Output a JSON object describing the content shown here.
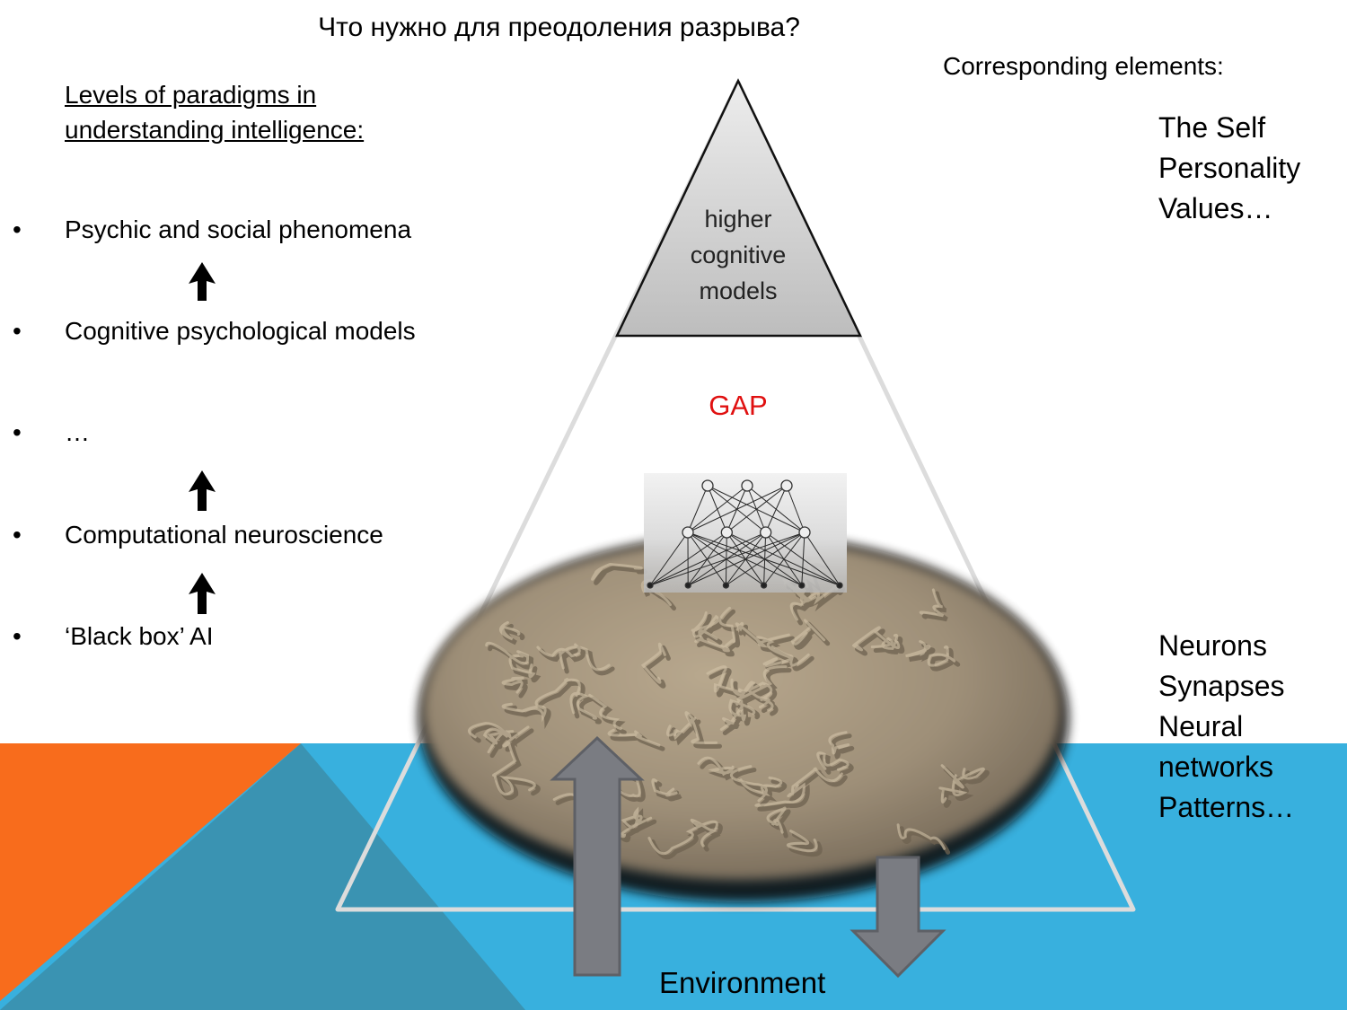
{
  "slide": {
    "title": "Что нужно для преодоления разрыва?",
    "left_heading_lines": [
      "Levels of paradigms in",
      "understanding intelligence:"
    ],
    "levels": [
      {
        "bullet": "•",
        "label": "Psychic and social phenomena"
      },
      {
        "bullet": "•",
        "label": "Cognitive psychological models"
      },
      {
        "bullet": "•",
        "label": "…"
      },
      {
        "bullet": "•",
        "label": "Computational neuroscience"
      },
      {
        "bullet": "•",
        "label": "‘Black box’ AI"
      }
    ],
    "level_arrows": [
      "arrow-up",
      "arrow-up",
      "arrow-up"
    ],
    "right_heading": "Corresponding elements:",
    "higher_elements": [
      "The Self",
      "Personality",
      "Values…"
    ],
    "lower_elements": [
      "Neurons",
      "Synapses",
      "Neural",
      "networks",
      "Patterns…"
    ],
    "pyramid": {
      "top_label_lines": [
        "higher",
        "cognitive",
        "models"
      ],
      "gap_label": "GAP",
      "environment_label": "Environment",
      "neural_net_layers": [
        3,
        4,
        6
      ],
      "brain_image": "brain-photo"
    },
    "colors": {
      "orange": "#f86c1c",
      "blue": "#38b0de",
      "dark_teal": "#3a93b2",
      "gap_red": "#e01010",
      "arrow_gray": "#7a7c82",
      "top_triangle_fill": "#c9c9c9",
      "brain": "#a8987e"
    }
  }
}
